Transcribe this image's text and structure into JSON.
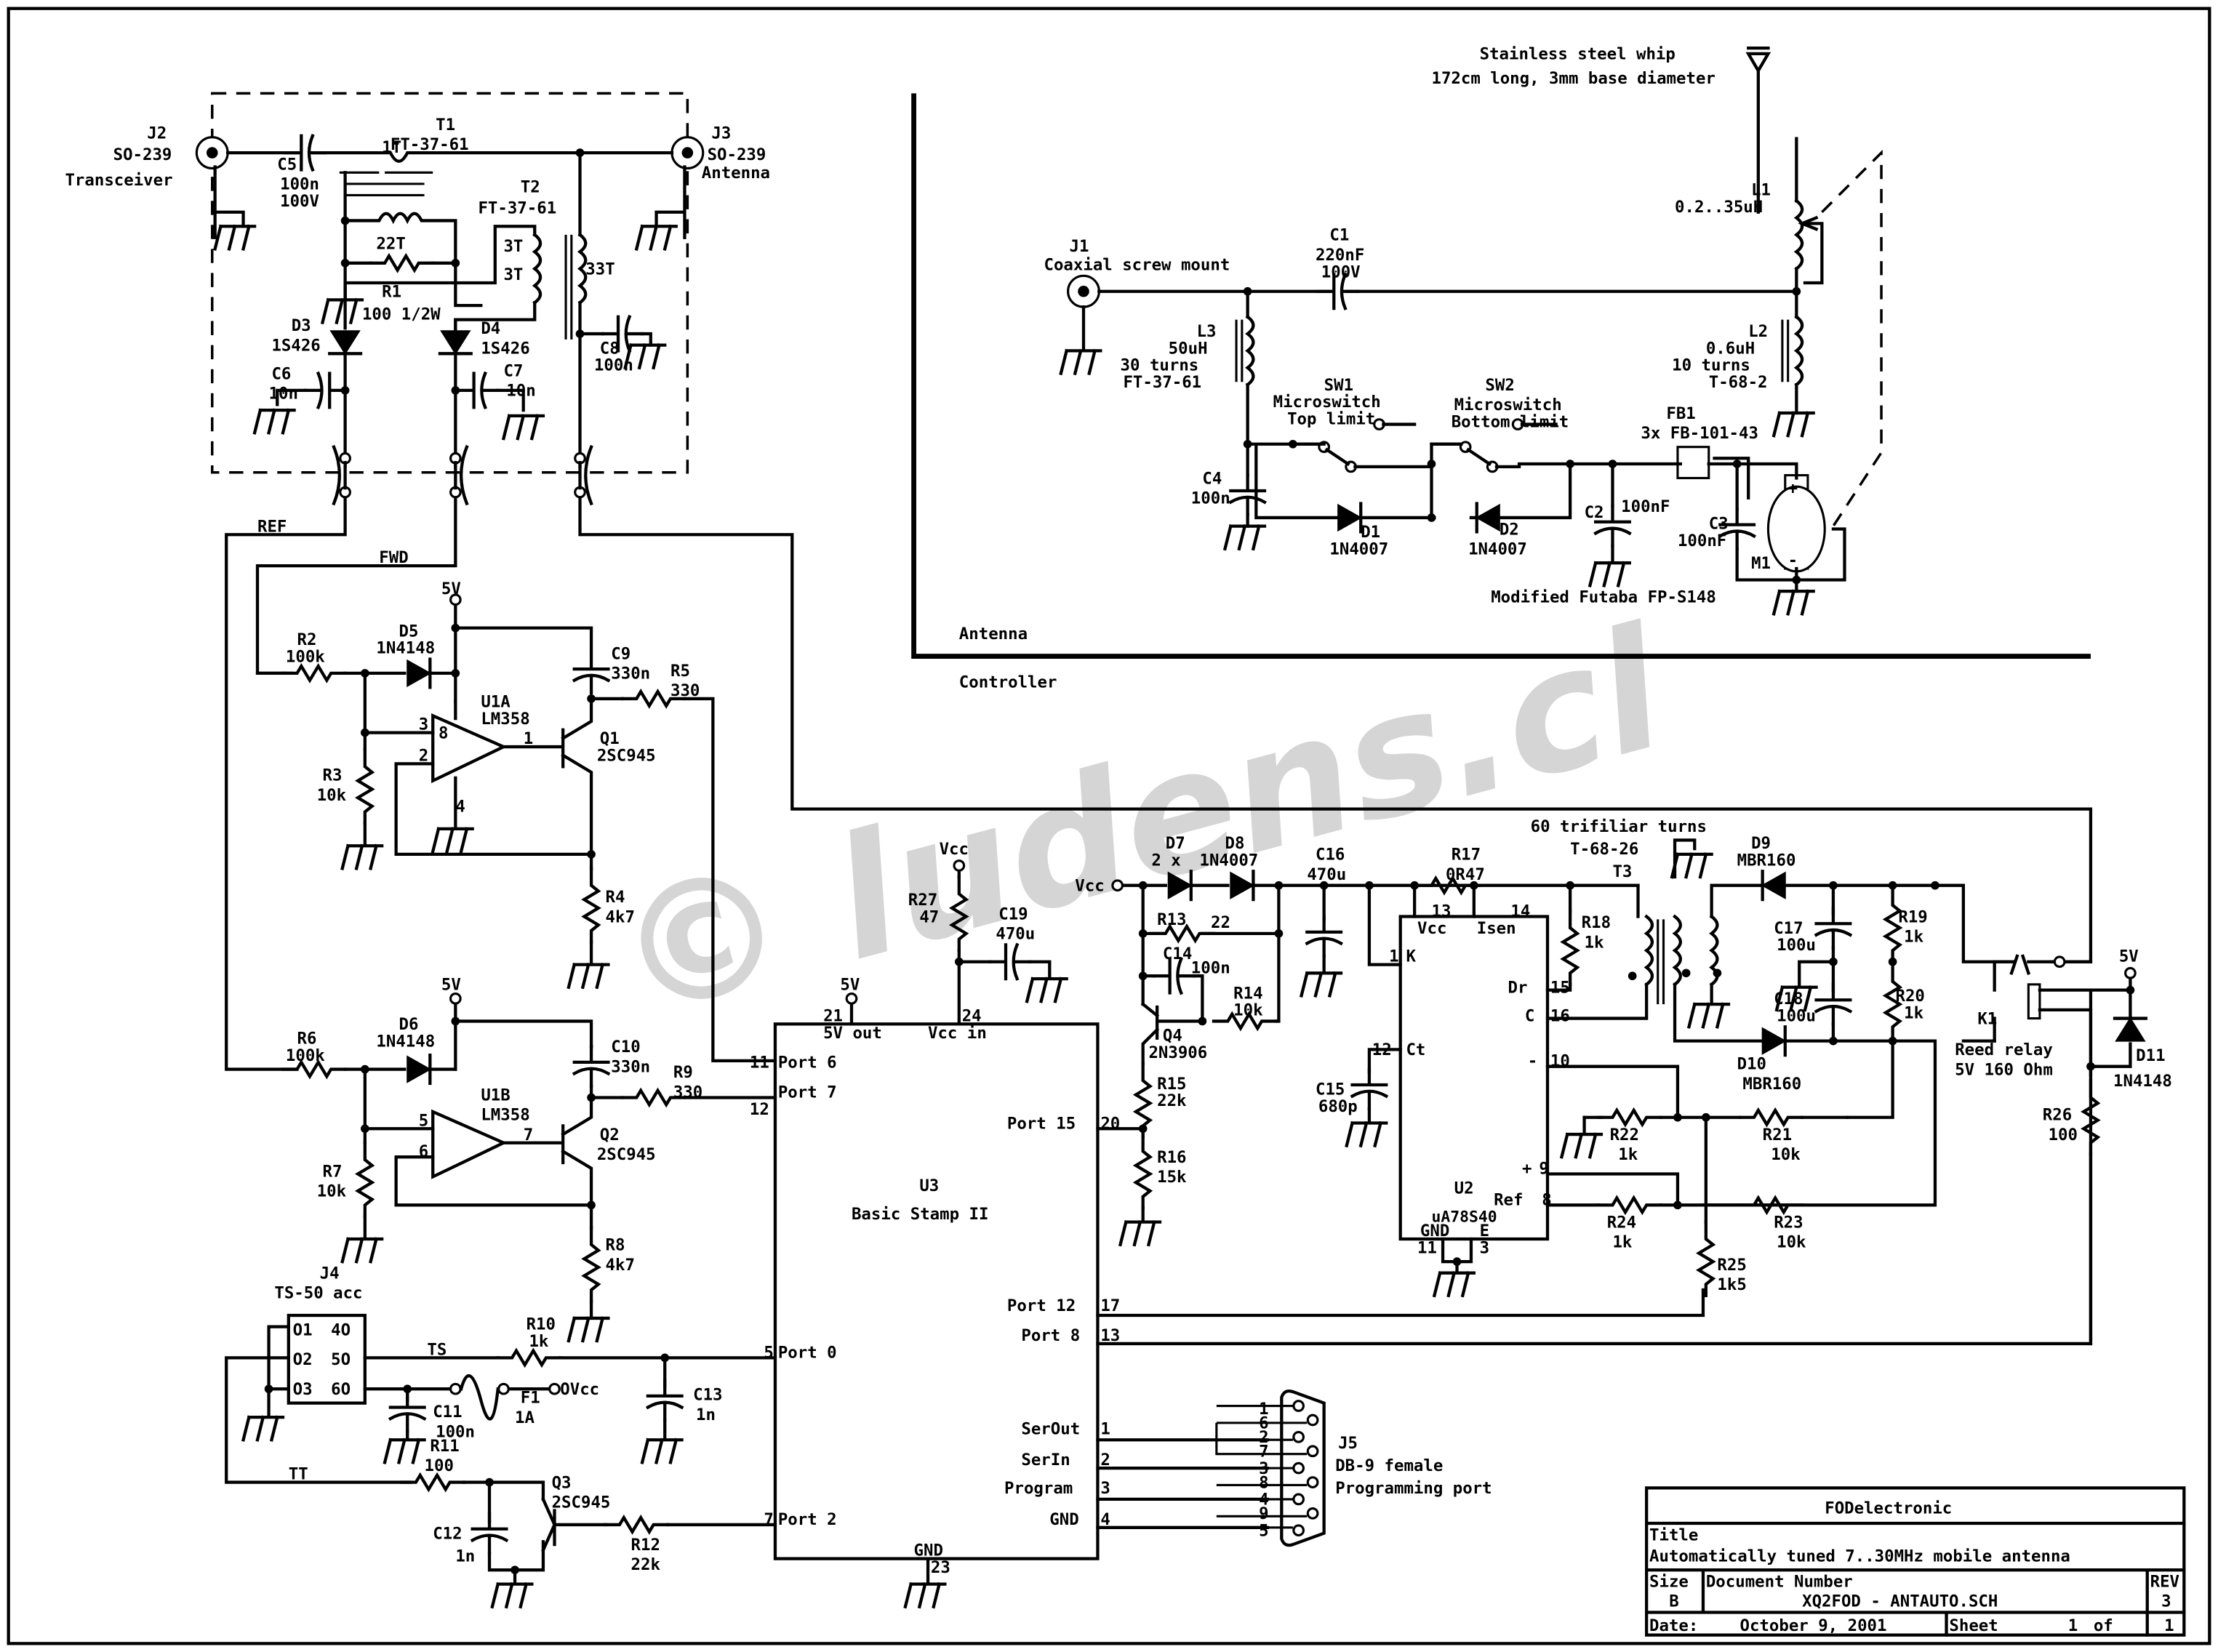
{
  "title_block": {
    "company": "FODelectronic",
    "title_label": "Title",
    "title": "Automatically tuned 7..30MHz mobile antenna",
    "size_label": "Size",
    "size": "B",
    "docnum_label": "Document Number",
    "docnum": "XQ2FOD - ANTAUTO.SCH",
    "rev_label": "REV",
    "rev": "3",
    "date_label": "Date:",
    "date": "October  9, 2001",
    "sheet_label": "Sheet",
    "sheet": "1",
    "of_label": "of",
    "sheets": "1"
  },
  "watermark": "© ludens.cl",
  "sections": {
    "antenna": "Antenna",
    "controller": "Controller"
  },
  "coupler": {
    "j2": {
      "ref": "J2",
      "type": "SO-239",
      "name": "Transceiver"
    },
    "j3": {
      "ref": "J3",
      "type": "SO-239",
      "name": "Antenna"
    },
    "t1": {
      "ref": "T1",
      "core": "FT-37-61",
      "pri": "1T",
      "sec": "22T"
    },
    "t2": {
      "ref": "T2",
      "core": "FT-37-61",
      "w1": "3T",
      "w2": "3T",
      "w3": "33T"
    },
    "c5": {
      "ref": "C5",
      "v1": "100n",
      "v2": "100V"
    },
    "r1": {
      "ref": "R1",
      "val": "100 1/2W"
    },
    "d3": {
      "ref": "D3",
      "val": "1S426"
    },
    "d4": {
      "ref": "D4",
      "val": "1S426"
    },
    "c6": {
      "ref": "C6",
      "val": "10n"
    },
    "c7": {
      "ref": "C7",
      "val": "10n"
    },
    "c8": {
      "ref": "C8",
      "val": "100n"
    },
    "net_ref": "REF",
    "net_fwd": "FWD"
  },
  "antenna_unit": {
    "whip1": "Stainless steel whip",
    "whip2": "172cm long, 3mm base diameter",
    "j1": {
      "ref": "J1",
      "name": "Coaxial screw mount"
    },
    "c1": {
      "ref": "C1",
      "v1": "220nF",
      "v2": "100V"
    },
    "l1": {
      "ref": "L1",
      "val": "0.2..35uH"
    },
    "l2": {
      "ref": "L2",
      "val": "0.6uH",
      "turns": "10 turns",
      "core": "T-68-2"
    },
    "l3": {
      "ref": "L3",
      "val": "50uH",
      "turns": "30 turns",
      "core": "FT-37-61"
    },
    "sw1": {
      "ref": "SW1",
      "type": "Microswitch",
      "desc": "Top limit"
    },
    "sw2": {
      "ref": "SW2",
      "type": "Microswitch",
      "desc": "Bottom limit"
    },
    "fb1": {
      "ref": "FB1",
      "val": "3x FB-101-43"
    },
    "c2": {
      "ref": "C2",
      "val": "100nF"
    },
    "c3": {
      "ref": "C3",
      "val": "100nF"
    },
    "c4": {
      "ref": "C4",
      "val": "100n"
    },
    "d1": {
      "ref": "D1",
      "val": "1N4007"
    },
    "d2": {
      "ref": "D2",
      "val": "1N4007"
    },
    "m1": {
      "ref": "M1",
      "plus": "+",
      "minus": "-"
    },
    "servo": "Modified Futaba FP-S148"
  },
  "detectors": {
    "vcc5a": "5V",
    "vcc5b": "5V",
    "r2": {
      "ref": "R2",
      "val": "100k"
    },
    "r3": {
      "ref": "R3",
      "val": "10k"
    },
    "r4": {
      "ref": "R4",
      "val": "4k7"
    },
    "r5": {
      "ref": "R5",
      "val": "330"
    },
    "r6": {
      "ref": "R6",
      "val": "100k"
    },
    "r7": {
      "ref": "R7",
      "val": "10k"
    },
    "r8": {
      "ref": "R8",
      "val": "4k7"
    },
    "r9": {
      "ref": "R9",
      "val": "330"
    },
    "d5": {
      "ref": "D5",
      "val": "1N4148"
    },
    "d6": {
      "ref": "D6",
      "val": "1N4148"
    },
    "c9": {
      "ref": "C9",
      "val": "330n"
    },
    "c10": {
      "ref": "C10",
      "val": "330n"
    },
    "u1a": {
      "ref": "U1A",
      "val": "LM358",
      "p3": "3",
      "p2": "2",
      "p1": "1",
      "p8": "8",
      "p4": "4"
    },
    "u1b": {
      "ref": "U1B",
      "val": "LM358",
      "p5": "5",
      "p6": "6",
      "p7": "7"
    },
    "q1": {
      "ref": "Q1",
      "val": "2SC945"
    },
    "q2": {
      "ref": "Q2",
      "val": "2SC945"
    }
  },
  "interface": {
    "j4": {
      "ref": "J4",
      "val": "TS-50 acc",
      "pins": [
        "O1",
        "4O",
        "O2",
        "5O",
        "O3",
        "6O"
      ]
    },
    "net_ts": "TS",
    "net_tt": "TT",
    "r10": {
      "ref": "R10",
      "val": "1k"
    },
    "r11": {
      "ref": "R11",
      "val": "100"
    },
    "r12": {
      "ref": "R12",
      "val": "22k"
    },
    "c11": {
      "ref": "C11",
      "val": "100n"
    },
    "c12": {
      "ref": "C12",
      "val": "1n"
    },
    "c13": {
      "ref": "C13",
      "val": "1n"
    },
    "f1": {
      "ref": "F1",
      "val": "1A"
    },
    "vcc_label": "OVcc",
    "q3": {
      "ref": "Q3",
      "val": "2SC945"
    }
  },
  "u3": {
    "ref": "U3",
    "name": "Basic Stamp II",
    "p21": "21",
    "p21n": "5V out",
    "p24": "24",
    "p24n": "Vcc in",
    "p11": "11",
    "p11n": "Port 6",
    "p12": "12",
    "p12n": "Port 7",
    "p5": "5",
    "p5n": "Port 0",
    "p7": "7",
    "p7n": "Port 2",
    "p20": "20",
    "p20n": "Port 15",
    "p17": "17",
    "p17n": "Port 12",
    "p13": "13",
    "p13n": "Port 8",
    "p1": "1",
    "p1n": "SerOut",
    "p2": "2",
    "p2n": "SerIn",
    "p3": "3",
    "p3n": "Program",
    "p4": "4",
    "p4n": "GND",
    "p23": "23",
    "p23n": "GND",
    "vcc5": "5V",
    "vcc": "Vcc",
    "r27": {
      "ref": "R27",
      "val": "47"
    },
    "c19": {
      "ref": "C19",
      "val": "470u"
    }
  },
  "j5": {
    "ref": "J5",
    "type": "DB-9 female",
    "desc": "Programming port",
    "pins": [
      "1",
      "6",
      "2",
      "7",
      "3",
      "8",
      "4",
      "9",
      "5"
    ]
  },
  "supply": {
    "vcc": "Vcc",
    "d7": {
      "ref": "D7",
      "val": "2 x"
    },
    "d8": {
      "ref": "D8",
      "val": "1N4007"
    },
    "r13": {
      "ref": "R13",
      "val": "22"
    },
    "c14": {
      "ref": "C14",
      "val": "100n"
    },
    "r14": {
      "ref": "R14",
      "val": "10k"
    },
    "q4": {
      "ref": "Q4",
      "val": "2N3906"
    },
    "r15": {
      "ref": "R15",
      "val": "22k"
    },
    "r16": {
      "ref": "R16",
      "val": "15k"
    },
    "c16": {
      "ref": "C16",
      "val": "470u"
    },
    "r17": {
      "ref": "R17",
      "val": "0R47"
    },
    "r18": {
      "ref": "R18",
      "val": "1k"
    },
    "c15": {
      "ref": "C15",
      "val": "680p"
    },
    "u2": {
      "ref": "U2",
      "val": "uA78S40",
      "p13": "13",
      "p14": "14",
      "vcc": "Vcc",
      "isen": "Isen",
      "p1": "1",
      "k": "K",
      "p15": "15",
      "dr": "Dr",
      "p16": "16",
      "c": "C",
      "p12": "12",
      "ct": "Ct",
      "p10": "10",
      "minus": "-",
      "p9": "9",
      "plus": "+",
      "p8": "8",
      "ref_l": "Ref",
      "gnd": "GND",
      "e": "E",
      "p11": "11",
      "p3": "3"
    },
    "t3": {
      "ref": "T3",
      "core": "T-68-26",
      "turns": "60 trifiliar turns"
    },
    "d9": {
      "ref": "D9",
      "val": "MBR160"
    },
    "d10": {
      "ref": "D10",
      "val": "MBR160"
    },
    "c17": {
      "ref": "C17",
      "val": "100u"
    },
    "c18": {
      "ref": "C18",
      "val": "100u"
    },
    "r19": {
      "ref": "R19",
      "val": "1k"
    },
    "r20": {
      "ref": "R20",
      "val": "1k"
    },
    "r21": {
      "ref": "R21",
      "val": "10k"
    },
    "r22": {
      "ref": "R22",
      "val": "1k"
    },
    "r23": {
      "ref": "R23",
      "val": "10k"
    },
    "r24": {
      "ref": "R24",
      "val": "1k"
    },
    "r25": {
      "ref": "R25",
      "val": "1k5"
    },
    "r26": {
      "ref": "R26",
      "val": "100"
    },
    "k1": {
      "ref": "K1",
      "type": "Reed relay",
      "val": "5V 160 Ohm"
    },
    "d11": {
      "ref": "D11",
      "val": "1N4148"
    },
    "vcc5": "5V"
  }
}
